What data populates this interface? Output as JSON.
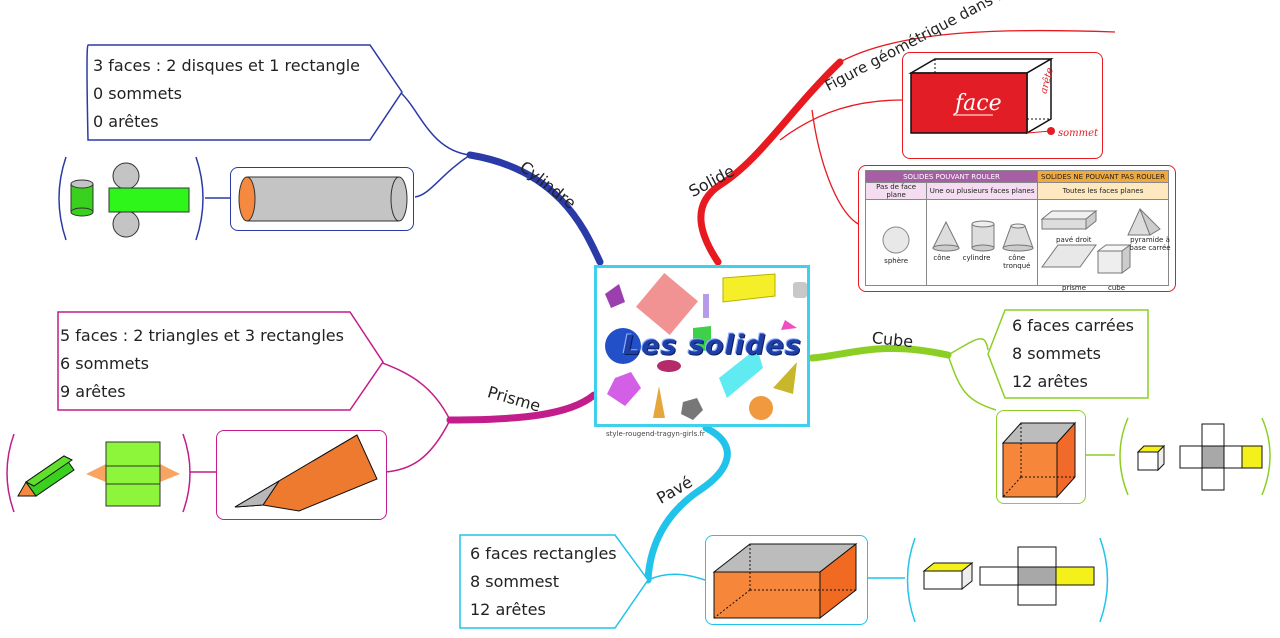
{
  "center": {
    "title": "Les solides",
    "caption": "style-rougend-tragyn-girls.fr"
  },
  "branches": {
    "solide": {
      "label": "Solide",
      "definition": "Figure géométrique dans l'espace.",
      "face_label": "face",
      "edge_label": "arête",
      "vertex_label": "sommet",
      "table": {
        "head_roll": "SOLIDES POUVANT ROULER",
        "head_noroll": "SOLIDES NE POUVANT PAS ROULER",
        "sub_noflat": "Pas de face plane",
        "sub_some_flat": "Une ou plusieurs faces planes",
        "sub_all_flat": "Toutes les faces planes",
        "sphere": "sphère",
        "cone": "cône",
        "cylinder": "cylindre",
        "truncated_cone": "cône tronqué",
        "cuboid": "pavé droit",
        "pyramid": "pyramide à base carrée",
        "prism": "prisme",
        "cube": "cube"
      }
    },
    "cylindre": {
      "label": "Cylindre",
      "lines": [
        "3 faces : 2 disques et 1 rectangle",
        "0 sommets",
        "0 arêtes"
      ]
    },
    "prisme": {
      "label": "Prisme",
      "lines": [
        "5 faces : 2 triangles et 3 rectangles",
        "6 sommets",
        "9 arêtes"
      ]
    },
    "cube": {
      "label": "Cube",
      "lines": [
        "6 faces carrées",
        "8 sommets",
        "12 arêtes"
      ]
    },
    "pave": {
      "label": "Pavé",
      "lines": [
        "6 faces rectangles",
        "8 sommest",
        "12 arêtes"
      ]
    }
  },
  "colors": {
    "solide": "#e8191f",
    "cylindre": "#2a3aa6",
    "prisme": "#c21d8a",
    "cube": "#8ccf24",
    "pave": "#22c3ea"
  }
}
